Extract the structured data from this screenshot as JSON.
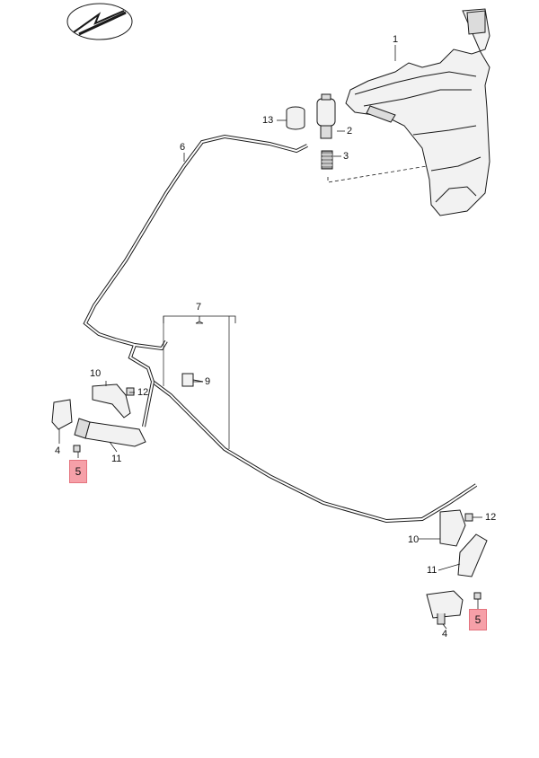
{
  "colors": {
    "stroke": "#1a1a1a",
    "fill_light": "#f2f2f2",
    "fill_mid": "#dcdcdc",
    "highlight": "#f6a0a8"
  },
  "logo": {
    "icon": "vw-logo-icon"
  },
  "labels": {
    "p1": "1",
    "p2": "2",
    "p3": "3",
    "p4_left": "4",
    "p4_right": "4",
    "p5_left": "5",
    "p5_right": "5",
    "p6": "6",
    "p7": "7",
    "p9": "9",
    "p10_left": "10",
    "p10_right": "10",
    "p11_left": "11",
    "p11_right": "11",
    "p12_left": "12",
    "p12_right": "12",
    "p13": "13"
  }
}
